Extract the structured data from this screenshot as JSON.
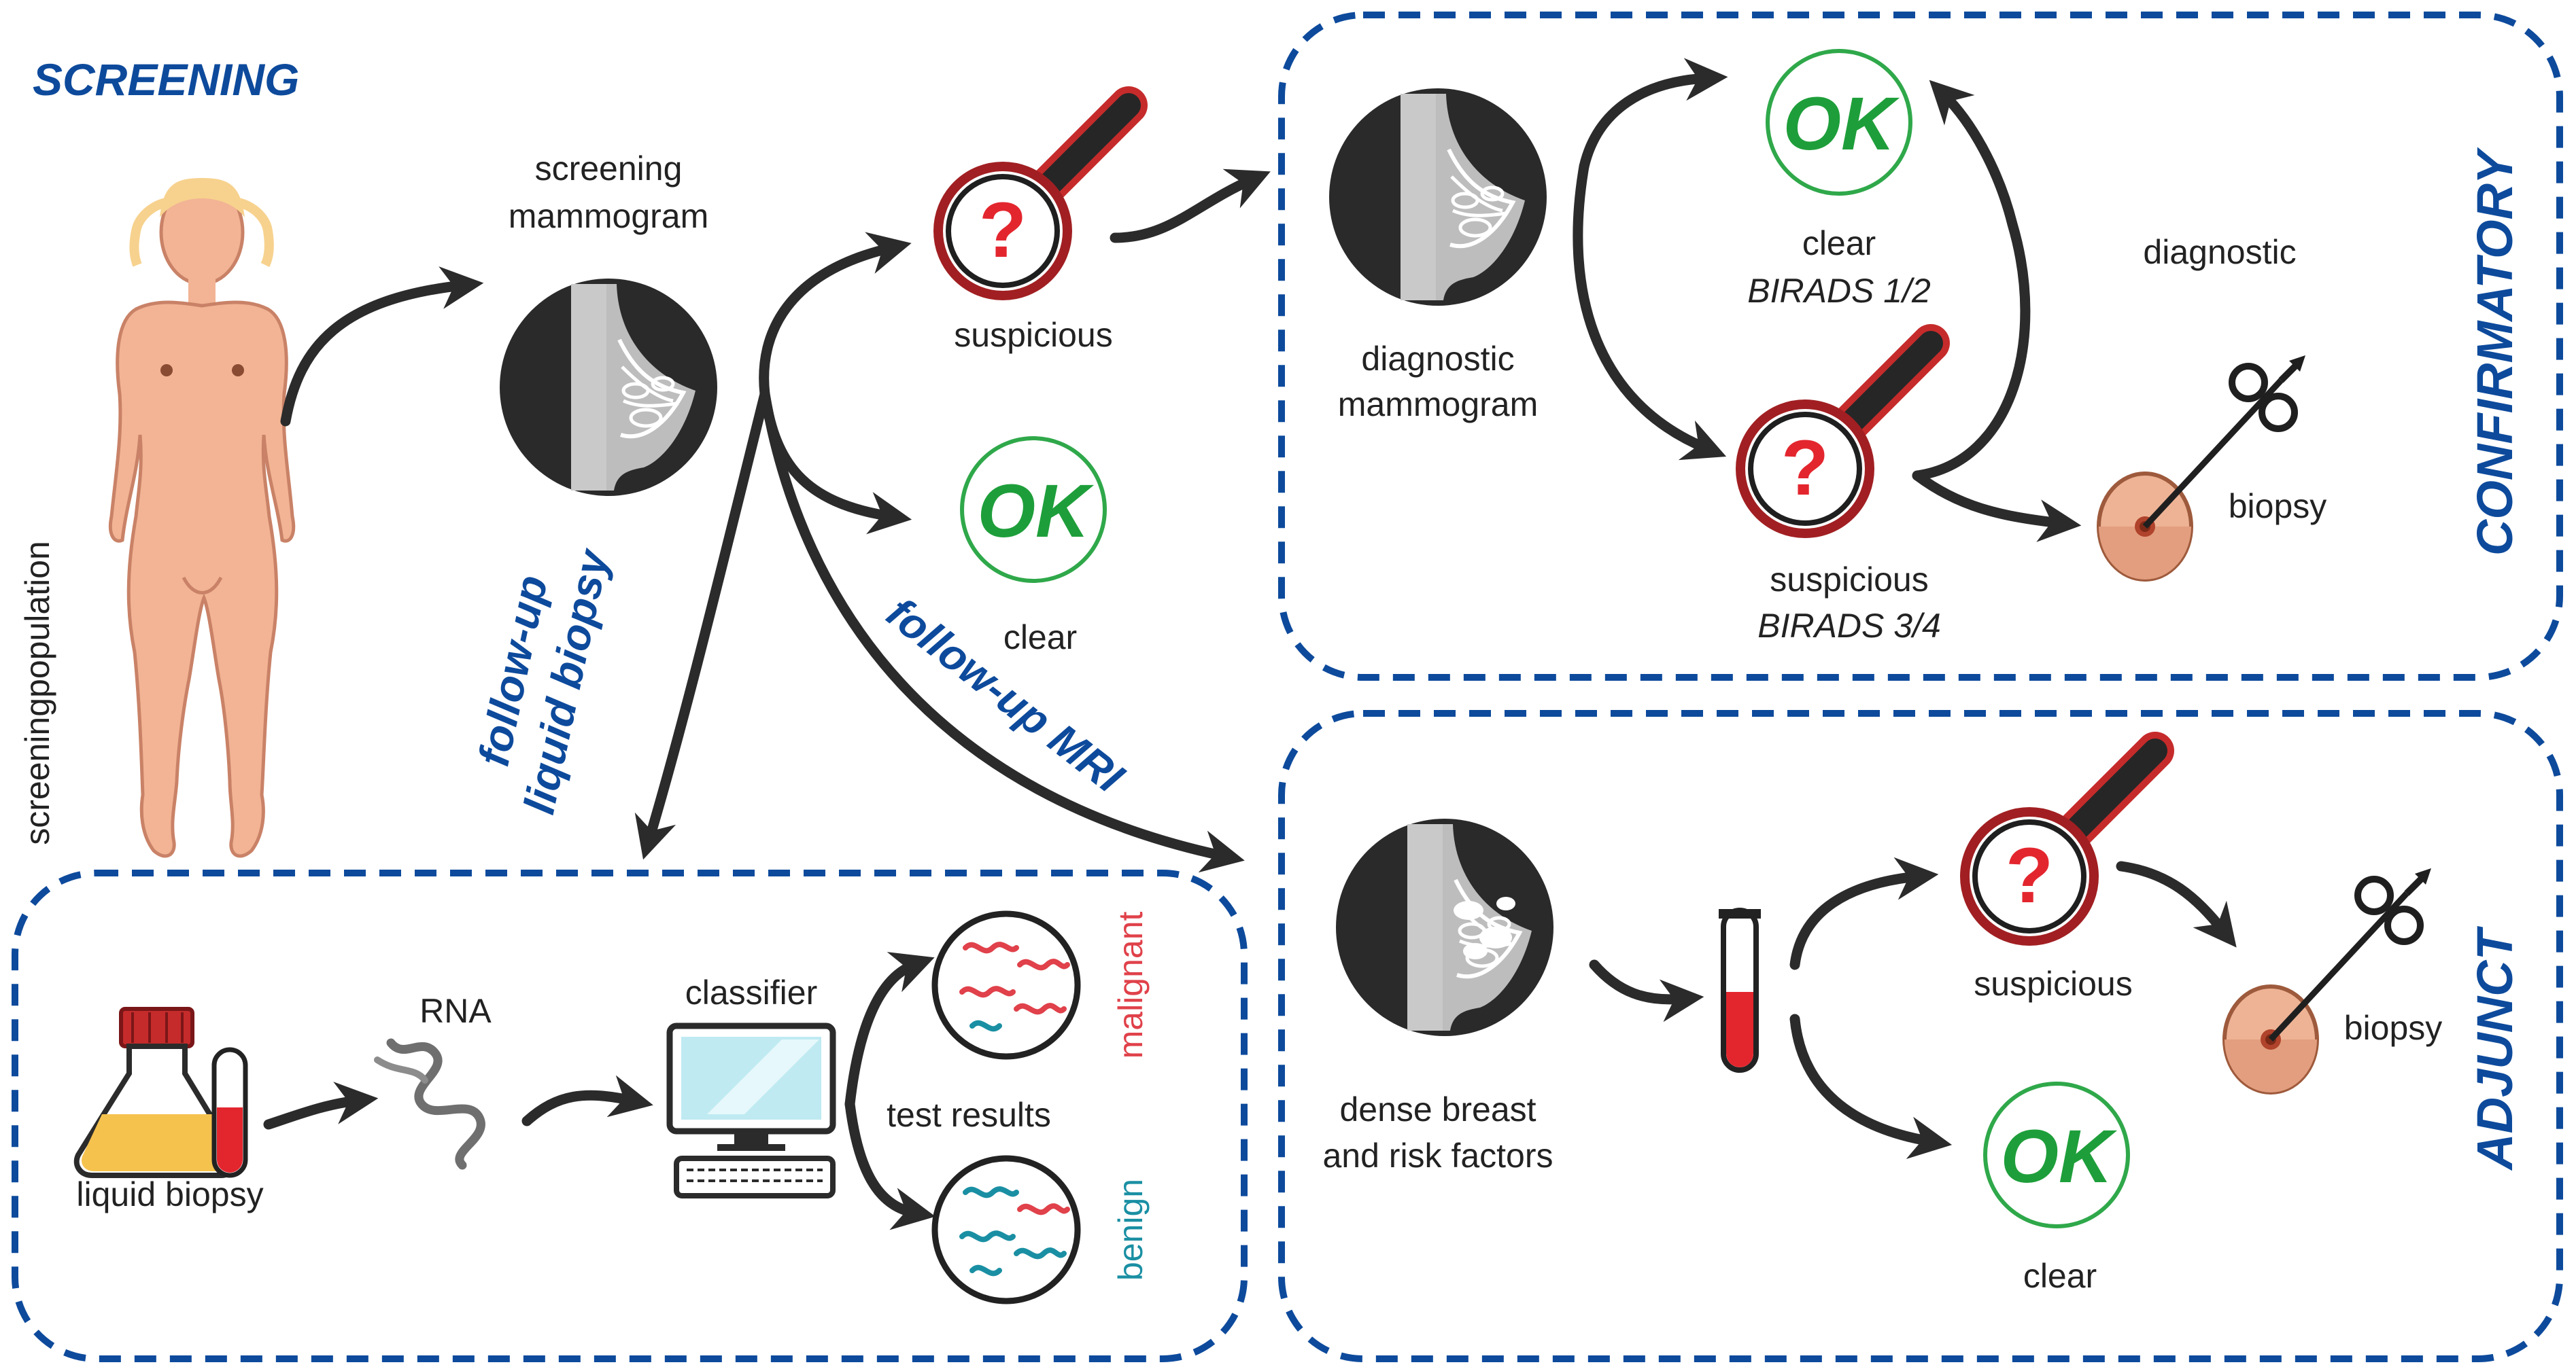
{
  "sections": {
    "screening": "SCREENING",
    "confirmatory": "CONFIRMATORY",
    "adjunct": "ADJUNCT"
  },
  "screening": {
    "population_label": "screeningpopulation",
    "mammogram_label_line1": "screening",
    "mammogram_label_line2": "mammogram",
    "suspicious_label": "suspicious",
    "clear_label": "clear",
    "ok_badge": "OK",
    "question_mark": "?"
  },
  "followup": {
    "liquid_line1": "follow-up",
    "liquid_line2": "liquid biopsy",
    "mri": "follow-up MRI"
  },
  "confirmatory": {
    "mammogram_label_line1": "diagnostic",
    "mammogram_label_line2": "mammogram",
    "clear_label": "clear",
    "clear_birads": "BIRADS 1/2",
    "suspicious_label": "suspicious",
    "suspicious_birads": "BIRADS 3/4",
    "diagnostic_label": "diagnostic",
    "biopsy_label": "biopsy",
    "ok_badge": "OK",
    "question_mark": "?"
  },
  "liquid": {
    "sample_label": "liquid biopsy",
    "rna_label": "RNA",
    "classifier_label": "classifier",
    "results_label": "test results",
    "malignant_label": "malignant",
    "benign_label": "benign"
  },
  "adjunct": {
    "dense_line1": "dense breast",
    "dense_line2": "and risk factors",
    "suspicious_label": "suspicious",
    "clear_label": "clear",
    "biopsy_label": "biopsy",
    "ok_badge": "OK",
    "question_mark": "?"
  },
  "colors": {
    "section_blue": "#0d4a9c",
    "ok_green": "#1e9e3a",
    "alert_red": "#e3262e",
    "malignant_red": "#e0414a",
    "benign_teal": "#1a8fa3",
    "skin": "#f2b494"
  }
}
